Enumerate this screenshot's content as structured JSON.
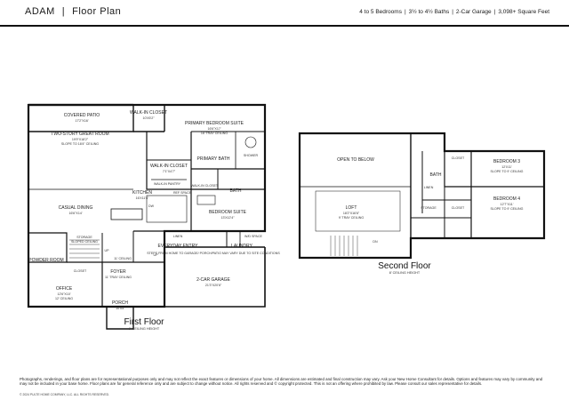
{
  "header": {
    "name": "ADAM",
    "divider": "|",
    "plan_label": "Floor Plan",
    "specs": [
      "4 to 5 Bedrooms",
      "3½ to 4½ Baths",
      "2-Car Garage",
      "3,098+ Square Feet"
    ],
    "spec_divider": "|"
  },
  "first_floor": {
    "name": "First Floor",
    "ceiling": "9' CEILING HEIGHT",
    "rooms": {
      "covered_patio": {
        "name": "COVERED PATIO",
        "dims": "17'2\"X16'"
      },
      "walkin_closet_1": {
        "name": "WALK-IN CLOSET",
        "dims": "10'X5'2\""
      },
      "primary_suite": {
        "name": "PRIMARY BEDROOM SUITE",
        "dims": "16'6\"X17'",
        "note": "16' TRAY CEILING"
      },
      "great_room": {
        "name": "TWO-STORY GREAT ROOM",
        "dims": "19'9\"X18'2\"",
        "note": "SLOPE TO 18'4\" CEILING"
      },
      "walkin_closet_2": {
        "name": "WALK-IN CLOSET",
        "dims": "7'1\"X4'7\""
      },
      "primary_bath": {
        "name": "PRIMARY BATH"
      },
      "shower": {
        "name": "SHOWER"
      },
      "walkin_pantry": {
        "name": "WALK-IN PANTRY"
      },
      "kitchen": {
        "name": "KITCHEN",
        "dims": "16'X11'6\""
      },
      "dw": {
        "name": "DW"
      },
      "ref_space": {
        "name": "REF SPACE"
      },
      "walkin_closet_3": {
        "name": "WALK-IN CLOSET"
      },
      "bath": {
        "name": "BATH"
      },
      "casual_dining": {
        "name": "CASUAL DINING",
        "dims": "16'6\"X14'"
      },
      "bedroom_suite": {
        "name": "BEDROOM SUITE",
        "dims": "13'X12'4\""
      },
      "storage": {
        "name": "STORAGE",
        "note": "SLOPED CEILING"
      },
      "linen": {
        "name": "LINEN"
      },
      "everyday_entry": {
        "name": "EVERYDAY ENTRY"
      },
      "laundry": {
        "name": "LAUNDRY"
      },
      "wd_space": {
        "name": "W/D SPACE"
      },
      "up": {
        "name": "UP"
      },
      "powder_room": {
        "name": "POWDER ROOM"
      },
      "closet": {
        "name": "CLOSET"
      },
      "foyer": {
        "name": "FOYER",
        "note": "11' TRAY CEILING"
      },
      "ceiling_11": {
        "name": "11' CEILING"
      },
      "garage_steps": {
        "name": "STEPS FROM HOME TO GARAGE/ PORCH/PATIO MAY VARY DUE TO SITE CONDITIONS"
      },
      "garage": {
        "name": "2-CAR GARAGE",
        "dims": "21'3\"X20'6\""
      },
      "office": {
        "name": "OFFICE",
        "dims": "12'6\"X10'",
        "note": "12' CEILING"
      },
      "porch": {
        "name": "PORCH",
        "dims": "10'X5'"
      }
    }
  },
  "second_floor": {
    "name": "Second Floor",
    "ceiling": "8' CEILING HEIGHT",
    "rooms": {
      "open_to_below": {
        "name": "OPEN TO BELOW"
      },
      "closet_a": {
        "name": "CLOSET"
      },
      "bedroom3": {
        "name": "BEDROOM 3",
        "dims": "12'X11'",
        "note": "SLOPE TO 9' CEILING"
      },
      "bath": {
        "name": "BATH"
      },
      "linen": {
        "name": "LINEN"
      },
      "loft": {
        "name": "LOFT",
        "dims": "18'2\"X16'6\"",
        "note": "9' TRAY CEILING"
      },
      "storage": {
        "name": "STORAGE"
      },
      "closet_b": {
        "name": "CLOSET"
      },
      "bedroom4": {
        "name": "BEDROOM 4",
        "dims": "12'7\"X11'",
        "note": "SLOPE TO 9' CEILING"
      },
      "dn": {
        "name": "DN"
      }
    }
  },
  "disclaimer": "Photographs, renderings, and floor plans are for representational purposes only and may not reflect the exact features or dimensions of your home. All dimensions are estimated and final construction may vary. Ask your New Home Consultant for details. Options and features may vary by community and may not be included in your base home. Floor plans are for general reference only and are subject to change without notice. All rights reserved and © copyright protected. This is not an offering where prohibited by law. Please consult our sales representative for details.",
  "footer": "© 2024 PULTE HOME COMPANY, LLC. ALL RIGHTS RESERVED."
}
